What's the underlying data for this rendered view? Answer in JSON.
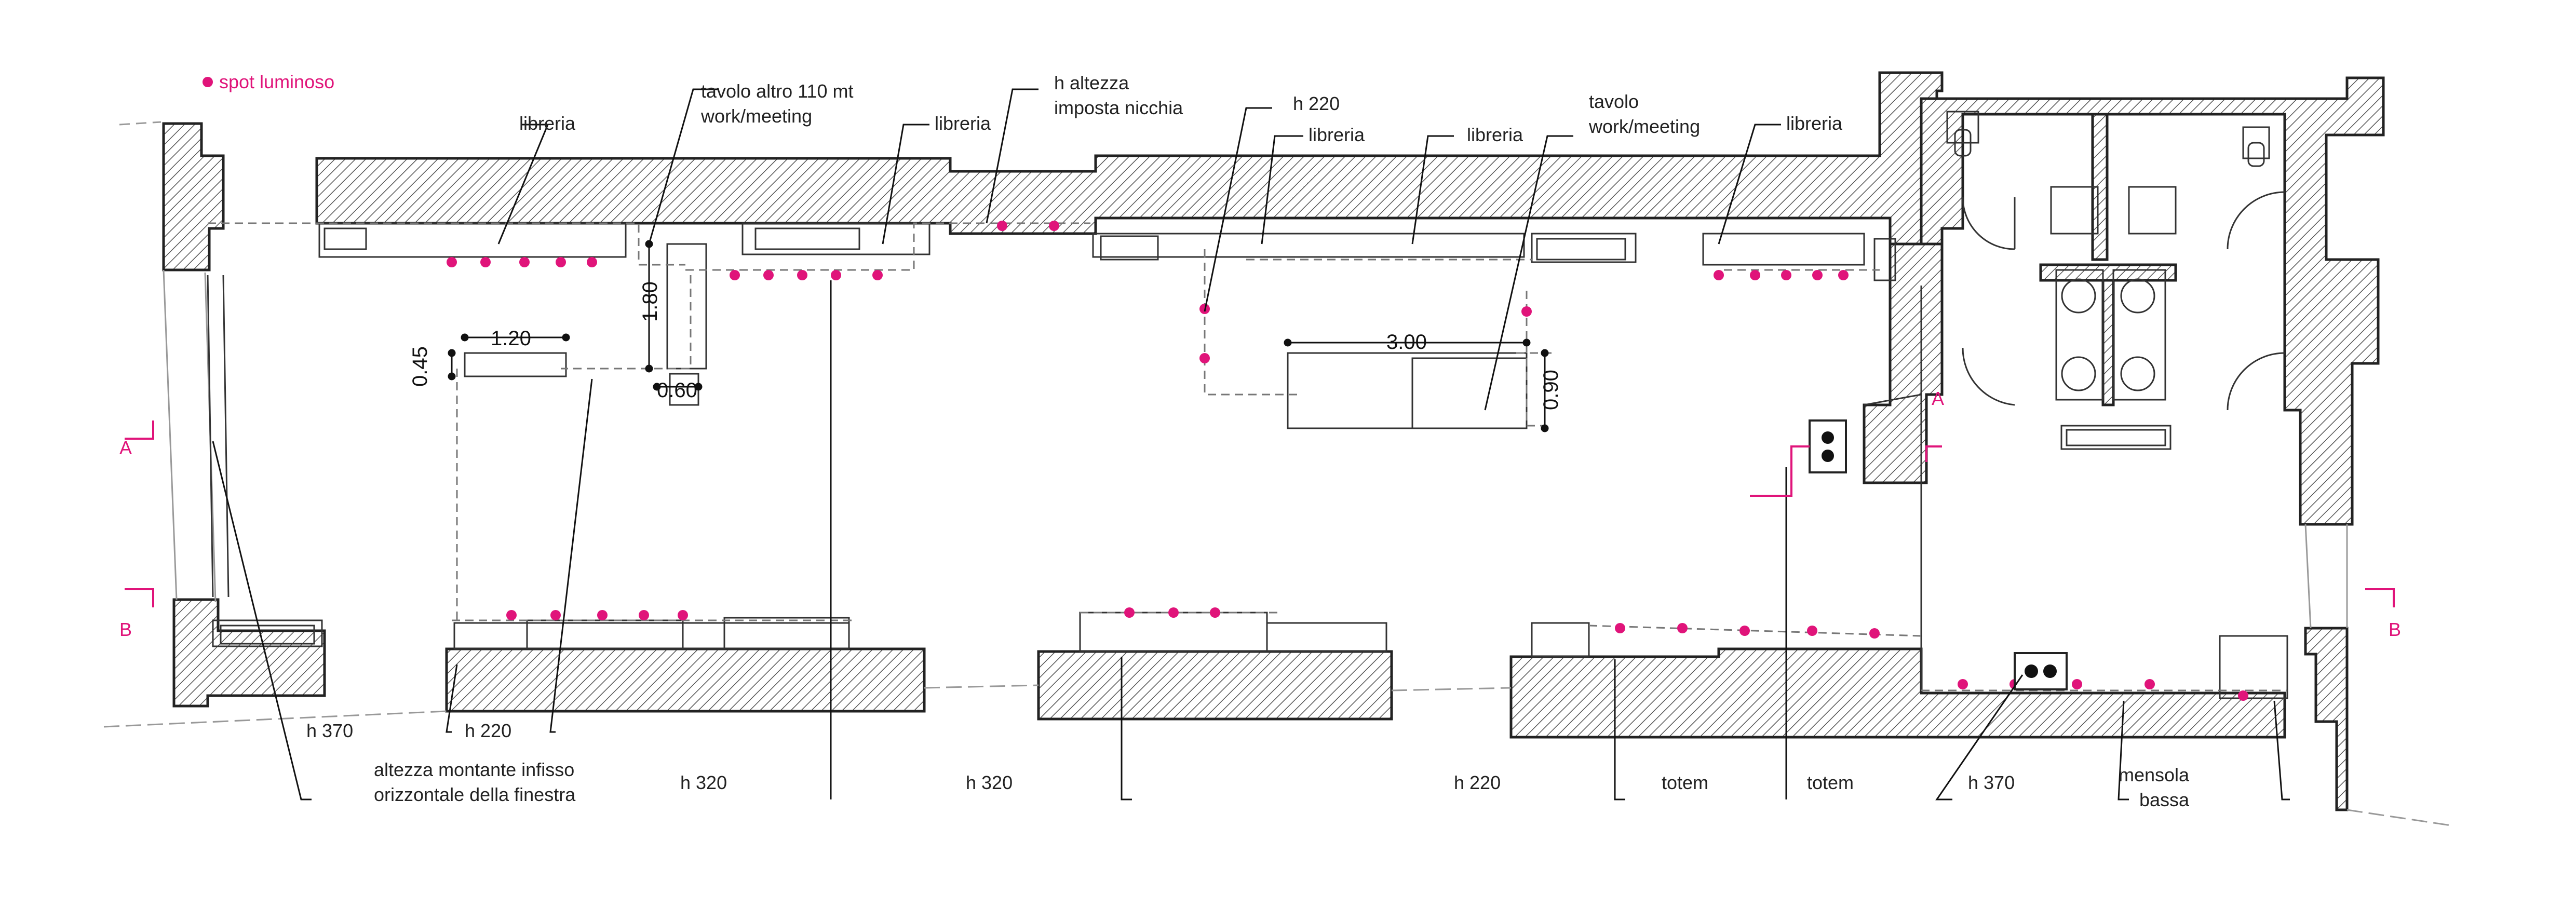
{
  "legend": {
    "spot": "spot  luminoso"
  },
  "colors": {
    "accent": "#e0147a",
    "wall": "#444444"
  },
  "labels": {
    "libreria": "libreria",
    "tavolo_alto": "tavolo altro 110 mt",
    "work_meeting": "work/meeting",
    "h_altezza": "h altezza",
    "imposta_nicchia": "imposta nicchia",
    "tavolo": "tavolo",
    "h220": "h 220",
    "h320": "h 320",
    "h370": "h 370",
    "altezza_line1": "altezza montante infisso",
    "altezza_line2": "orizzontale della finestra",
    "totem": "totem",
    "mensola": "mensola",
    "bassa": "bassa"
  },
  "dimensions": {
    "d120": "1.20",
    "d045": "0.45",
    "d180": "1.80",
    "d060": "0.60",
    "d300": "3.00",
    "d090": "0.90"
  },
  "section_marks": {
    "a": "A",
    "b": "B"
  }
}
